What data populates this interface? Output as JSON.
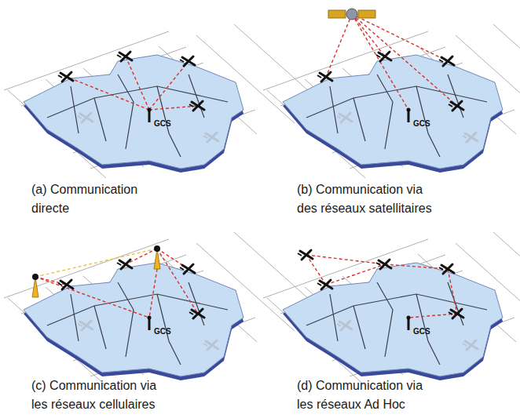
{
  "diagram": {
    "labels": [
      "GCS",
      "GCS",
      "(a) Communication directe",
      "(b) Communication via des réseaux satellitaires",
      "GCS",
      "GCS",
      "(c) Communication via les réseaux cellulaires",
      "(d) Communication via les réseaux Ad Hoc"
    ]
  }
}
